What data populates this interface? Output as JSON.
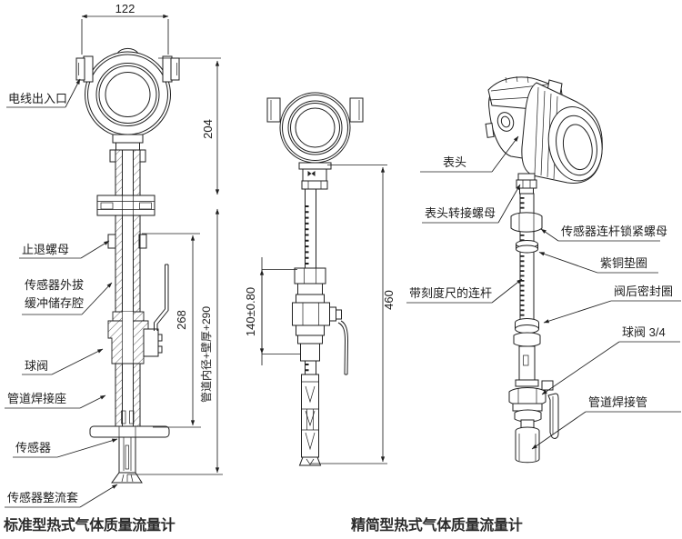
{
  "views": {
    "standard": {
      "title": "标准型热式气体质量流量计",
      "dimensions": {
        "head_width": "122",
        "head_height": "204",
        "insertion": "268",
        "pipe_formula": "管道内径+壁厚+290"
      },
      "labels": {
        "cable_port": "电线出入口",
        "stop_nut": "止退螺母",
        "buffer_line1": "传感器外拔",
        "buffer_line2": "缓冲储存腔",
        "ball_valve": "球阀",
        "weld_seat": "管道焊接座",
        "sensor": "传感器",
        "rectifier_sleeve": "传感器整流套"
      }
    },
    "compact_front": {
      "dimensions": {
        "valve_section": "140±0.80",
        "total_length": "460"
      }
    },
    "compact": {
      "title": "精简型热式气体质量流量计",
      "labels": {
        "meter_head": "表头",
        "head_adapter_nut": "表头转接螺母",
        "rod_lock_nut": "传感器连杆锁紧螺母",
        "copper_gasket": "紫铜垫圈",
        "scaled_rod": "带刻度尺的连杆",
        "valve_seal": "阀后密封圈",
        "ball_valve": "球阀 3/4",
        "weld_pipe": "管道焊接管"
      }
    }
  }
}
